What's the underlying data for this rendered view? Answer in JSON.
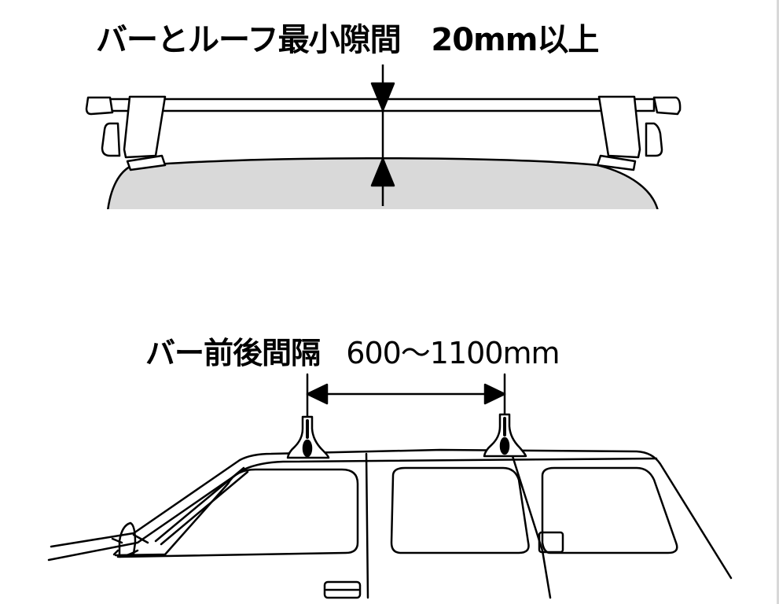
{
  "diagram": {
    "top_section": {
      "label_jp": "バーとルーフ最小隙間",
      "value": "20mm以上",
      "description": "Minimum clearance between bar and roof"
    },
    "bottom_section": {
      "label_jp": "バー前後間隔",
      "value": "600〜1100mm",
      "description": "Front-rear spacing between bars"
    },
    "colors": {
      "line": "#000000",
      "roof_fill": "#d9d9d9",
      "background": "#ffffff"
    }
  }
}
